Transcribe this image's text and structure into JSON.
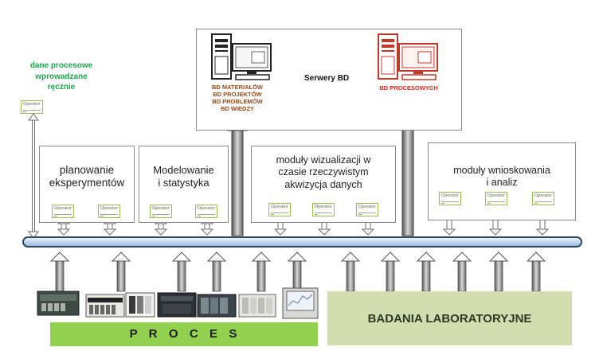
{
  "manual_input": {
    "label": "dane procesowe wprowadzane ręcznie"
  },
  "servers": {
    "title": "Serwery BD",
    "db_list": [
      "BD MATERIAŁÓW",
      "BD PROJEKTÓW",
      "BD PROBLEMÓW",
      "BD WIEDZY"
    ],
    "db_process": "BD PROCESOWYCH"
  },
  "modules": [
    {
      "lines": [
        "planowanie",
        "eksperymentów"
      ]
    },
    {
      "lines": [
        "Modelowanie",
        "i statystyka"
      ]
    },
    {
      "lines": [
        "moduły wizualizacji w",
        "czasie rzeczywistym",
        "akwizycja danych"
      ]
    },
    {
      "lines": [
        "moduły wnioskowania",
        "i analiz"
      ]
    }
  ],
  "operator_label": "Operator",
  "bottom": {
    "proces": "P  R  O  C  E  S",
    "lab": "BADANIA LABORATORYJNE"
  },
  "colors": {
    "bus": "#c9ddf2",
    "bus_border": "#2f4a63",
    "green_band": "#92d050",
    "lab_band": "#d3deb0",
    "operator_border": "#9bbb59",
    "manual_text": "#1aa84a",
    "db_text": "#9c4a17",
    "db_process_text": "#e2231a"
  }
}
